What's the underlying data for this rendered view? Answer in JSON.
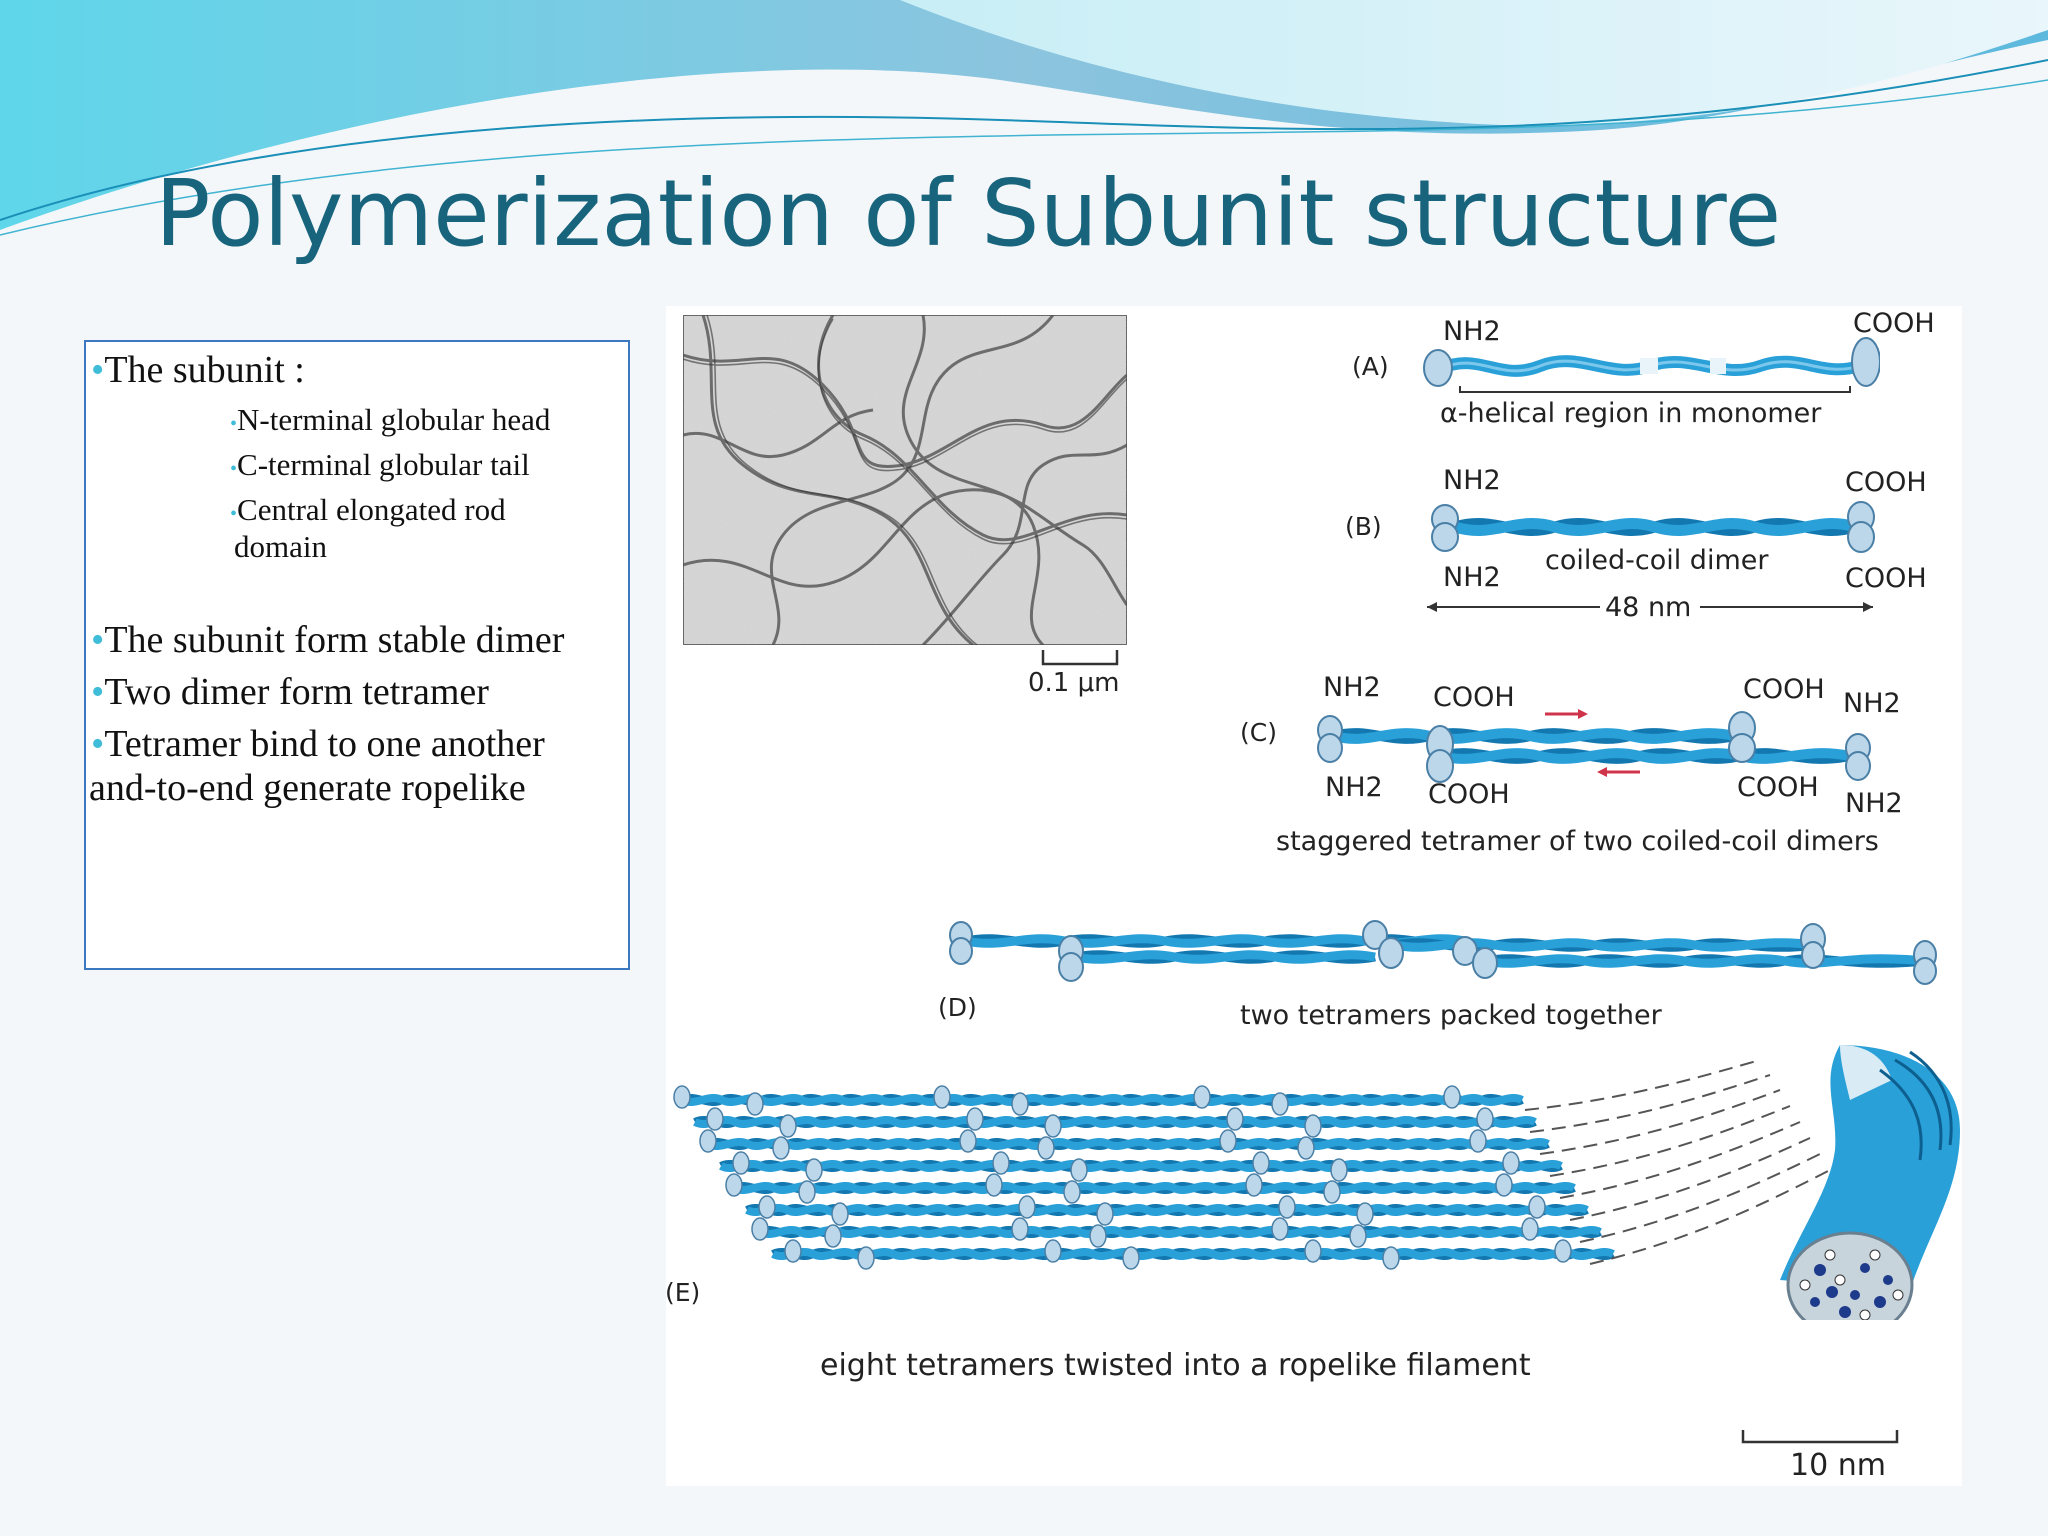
{
  "slide": {
    "title": "Polymerization of Subunit structure",
    "colors": {
      "title": "#17647c",
      "bullet": "#3fbcd8",
      "textbox_border": "#3b78c0",
      "filament": "#2aa0d8",
      "filament_dark": "#1478b0",
      "head": "#bcd7ea"
    }
  },
  "bullets": [
    {
      "text": "The subunit :",
      "sub": [
        "N-terminal globular head",
        "C-terminal globular tail",
        "Central elongated rod",
        "domain"
      ]
    },
    {
      "text": "The subunit form stable dimer"
    },
    {
      "text": "Two dimer form tetramer"
    },
    {
      "text": "Tetramer bind to one another",
      "cont": "and-to-end generate ropelike"
    }
  ],
  "micrograph": {
    "scale_label": "0.1 μm"
  },
  "panels": {
    "A": {
      "tag": "(A)",
      "nh2": "NH2",
      "cooh": "COOH",
      "caption": "α-helical region in monomer"
    },
    "B": {
      "tag": "(B)",
      "nh2_top": "NH2",
      "nh2_bottom": "NH2",
      "cooh_top": "COOH",
      "cooh_bottom": "COOH",
      "caption": "coiled-coil dimer",
      "length": "48 nm"
    },
    "C": {
      "tag": "(C)",
      "nh2_tl": "NH2",
      "nh2_bl": "NH2",
      "cooh_tl": "COOH",
      "cooh_bl": "COOH",
      "cooh_tr": "COOH",
      "cooh_br": "COOH",
      "nh2_tr": "NH2",
      "nh2_br": "NH2",
      "caption": "staggered tetramer of two coiled-coil dimers"
    },
    "D": {
      "tag": "(D)",
      "caption": "two tetramers packed together"
    },
    "E": {
      "tag": "(E)",
      "caption": "eight tetramers twisted into a ropelike filament",
      "scale": "10 nm"
    }
  }
}
